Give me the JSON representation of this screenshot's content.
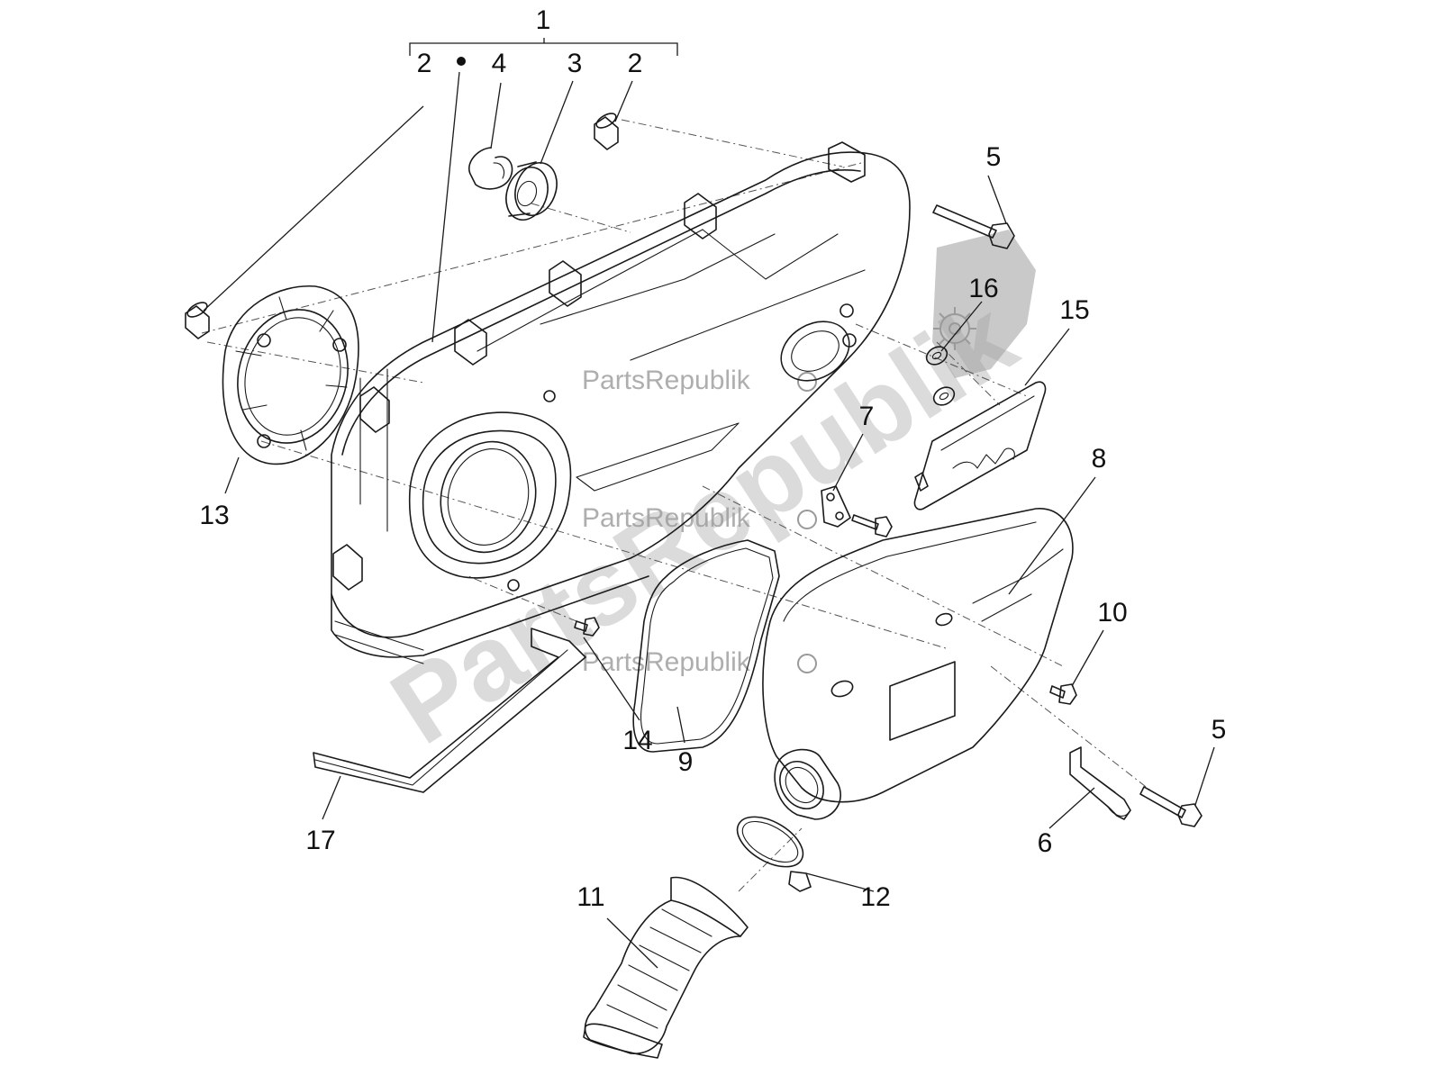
{
  "callouts": [
    {
      "id": "c1",
      "label": "1"
    },
    {
      "id": "c2a",
      "label": "2"
    },
    {
      "id": "c2b",
      "label": "2"
    },
    {
      "id": "c3",
      "label": "3"
    },
    {
      "id": "c4",
      "label": "4"
    },
    {
      "id": "c5a",
      "label": "5"
    },
    {
      "id": "c5b",
      "label": "5"
    },
    {
      "id": "c6",
      "label": "6"
    },
    {
      "id": "c7",
      "label": "7"
    },
    {
      "id": "c8",
      "label": "8"
    },
    {
      "id": "c9",
      "label": "9"
    },
    {
      "id": "c10",
      "label": "10"
    },
    {
      "id": "c11",
      "label": "11"
    },
    {
      "id": "c12",
      "label": "12"
    },
    {
      "id": "c13",
      "label": "13"
    },
    {
      "id": "c14",
      "label": "14"
    },
    {
      "id": "c15",
      "label": "15"
    },
    {
      "id": "c16",
      "label": "16"
    },
    {
      "id": "c17",
      "label": "17"
    }
  ],
  "watermark": {
    "large": "PartsRepublik",
    "small": "PartsRepublik"
  },
  "colors": {
    "line": "#1a1a1a",
    "watermark": "#bdbdbd",
    "background": "#ffffff"
  }
}
